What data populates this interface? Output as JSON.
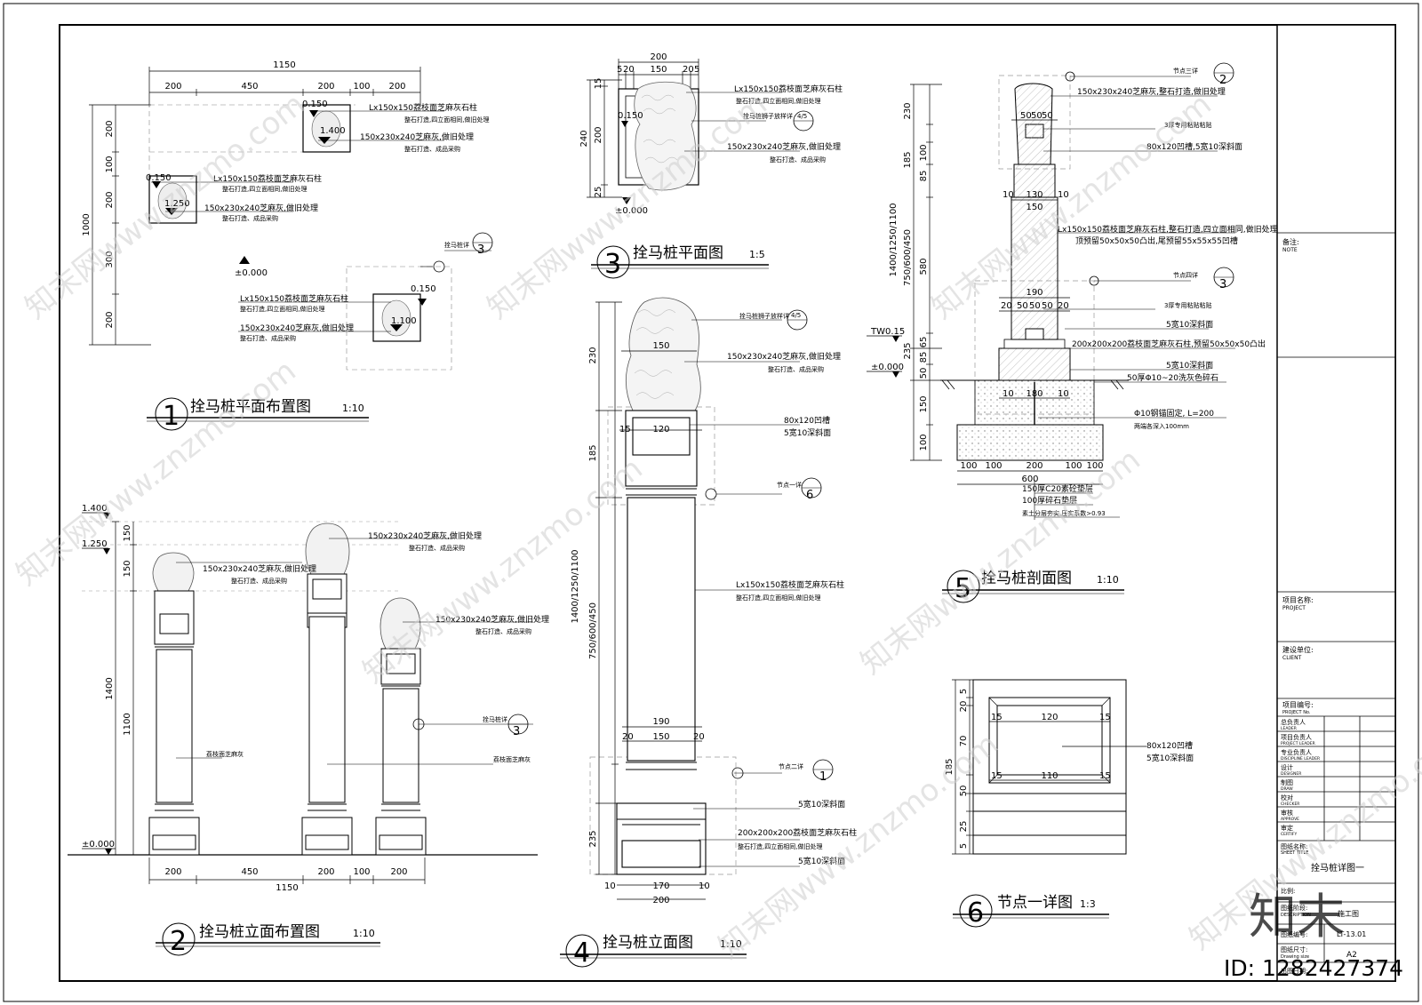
{
  "views": {
    "v1": {
      "number": "1",
      "title": "拴马桩平面布置图",
      "scale": "1:10",
      "dims_top": [
        "1150",
        "200",
        "450",
        "200",
        "100",
        "200"
      ],
      "dims_left": [
        "1000",
        "200",
        "100",
        "200",
        "300",
        "200"
      ],
      "elevations": [
        "0.150",
        "1.400",
        "0.150",
        "1.250",
        "±0.000",
        "0.150",
        "1.100"
      ],
      "notes_a": [
        "Lx150x150荔枝面芝麻灰石柱",
        "整石打造,四立面相同,做旧处理",
        "150x230x240芝麻灰,做旧处理",
        "整石打造、成品采购"
      ],
      "notes_b": [
        "Lx150x150荔枝面芝麻灰石柱",
        "整石打造,四立面相同,做旧处理",
        "150x230x240芝麻灰,做旧处理",
        "整石打造、成品采购"
      ],
      "notes_c": [
        "Lx150x150荔枝面芝麻灰石柱",
        "整石打造,四立面相同,做旧处理",
        "150x230x240芝麻灰,做旧处理",
        "整石打造、成品采购"
      ],
      "callout_label": "拴马桩详",
      "callout_num": "3"
    },
    "v2": {
      "number": "2",
      "title": "拴马桩立面布置图",
      "scale": "1:10",
      "levels": [
        "1.400",
        "1.250",
        "±0.000"
      ],
      "dims_left": [
        "150",
        "150",
        "1400",
        "1100"
      ],
      "dims_bottom": [
        "200",
        "450",
        "200",
        "100",
        "200",
        "1150"
      ],
      "notes_a": [
        "150x230x240芝麻灰,做旧处理",
        "整石打造、成品采购"
      ],
      "notes_b": [
        "150x230x240芝麻灰,做旧处理",
        "整石打造、成品采购"
      ],
      "notes_c": [
        "150x230x240芝麻灰,做旧处理",
        "整石打造、成品采购"
      ],
      "mat_1": "荔枝面芝麻灰",
      "mat_2": "荔枝面芝麻灰",
      "callout_label": "拴马桩详",
      "callout_num": "3"
    },
    "v3": {
      "number": "3",
      "title": "拴马桩平面图",
      "scale": "1:5",
      "dims_top": [
        "200",
        "5",
        "20",
        "150",
        "20",
        "5"
      ],
      "dims_left": [
        "240",
        "15",
        "200",
        "25"
      ],
      "elevation": "0.150",
      "ground": "±0.000",
      "notes": [
        "Lx150x150荔枝面芝麻灰石柱",
        "整石打造,四立面相同,做旧处理",
        "拴马桩狮子放样详",
        "150x230x240芝麻灰,做旧处理",
        "整石打造、成品采购"
      ],
      "callout": "4/5"
    },
    "v4": {
      "number": "4",
      "title": "拴马桩立面图",
      "scale": "1:10",
      "dims_left": [
        "230",
        "185",
        "1400/1250/1100",
        "750/600/450",
        "235"
      ],
      "dims_inner": [
        "150",
        "15",
        "120",
        "190",
        "20",
        "150",
        "20",
        "10",
        "170",
        "10",
        "200"
      ],
      "notes": [
        "拴马桩狮子放样详",
        "150x230x240芝麻灰,做旧处理",
        "整石打造、成品采购",
        "80x120凹槽",
        "5宽10深斜面",
        "节点一详",
        "Lx150x150荔枝面芝麻灰石柱",
        "整石打造,四立面相同,做旧处理",
        "节点二详",
        "5宽10深斜面",
        "200x200x200荔枝面芝麻灰石柱",
        "整石打造,四立面相同,做旧处理",
        "5宽10深斜面"
      ],
      "callout_a": "4/5",
      "callout_b": "6",
      "callout_c": "1"
    },
    "v5": {
      "number": "5",
      "title": "拴马桩剖面图",
      "scale": "1:10",
      "dims_left": [
        "230",
        "100",
        "185",
        "85",
        "1400/1250/1100",
        "750/600/450",
        "580",
        "65",
        "235",
        "85",
        "50",
        "150",
        "100"
      ],
      "dims_inner": [
        "50",
        "50",
        "50",
        "10",
        "130",
        "10",
        "150",
        "190",
        "20",
        "50",
        "50",
        "50",
        "20",
        "10",
        "180",
        "10",
        "100",
        "100",
        "200",
        "100",
        "100",
        "600"
      ],
      "levels": [
        "TW0.15",
        "±0.000"
      ],
      "notes": [
        "节点三详",
        "150x230x240芝麻灰,整石打造,做旧处理",
        "3厚专用粘贴粘贴",
        "80x120凹槽,5宽10深斜面",
        "Lx150x150荔枝面芝麻灰石柱,整石打造,四立面相同,做旧处理",
        "顶预留50x50x50凸出,尾预留55x55x55凹槽",
        "节点四详",
        "3厚专用粘贴粘贴",
        "5宽10深斜面",
        "200x200x200荔枝面芝麻灰石柱,预留50x50x50凸出",
        "5宽10深斜面",
        "50厚Φ10~20洗灰色碎石",
        "Φ10钢锚固定, L=200",
        "两端各深入100mm",
        "150厚C20素砼垫层",
        "100厚碎石垫层",
        "素土分层夯实,压实系数>0.93"
      ],
      "callout_a": "2",
      "callout_b": "3"
    },
    "v6": {
      "number": "6",
      "title": "节点一详图",
      "scale": "1:3",
      "dims_left": [
        "5",
        "20",
        "70",
        "185",
        "50",
        "25",
        "5"
      ],
      "dims_inner": [
        "15",
        "120",
        "15",
        "15",
        "110",
        "15"
      ],
      "notes": [
        "80x120凹槽",
        "5宽10深斜面"
      ]
    }
  },
  "title_block": {
    "remark_label": "备注:",
    "remark_en": "NOTE",
    "project_label": "项目名称:",
    "project_en": "PROJECT",
    "client_label": "建设单位:",
    "client_en": "CLIENT",
    "project_no_label": "项目编号:",
    "project_no_en": "PROJECT No.",
    "roles": [
      {
        "cn": "总负责人",
        "en": "LEADER"
      },
      {
        "cn": "项目负责人",
        "en": "PROJECT LEADER"
      },
      {
        "cn": "专业负责人",
        "en": "DISCIPLINE LEADER"
      },
      {
        "cn": "设计",
        "en": "DESIGNER"
      },
      {
        "cn": "制图",
        "en": "DRAW"
      },
      {
        "cn": "校对",
        "en": "CHECKER"
      },
      {
        "cn": "审核",
        "en": "APPROVE"
      },
      {
        "cn": "审定",
        "en": "CERTIFY"
      }
    ],
    "sheet_title_label": "图纸名称:",
    "sheet_title_en": "SHEET TITLE",
    "sheet_title": "拴马桩详图一",
    "scale_label": "比例:",
    "desc_label": "图纸阶段:",
    "desc_en": "DESCRIPTION",
    "desc_value": "施工图",
    "sheet_no_label": "图纸编号:",
    "sheet_no": "LT-13.01",
    "size_label": "图纸尺寸:",
    "size_en": "Drawing size",
    "size_value": "A2",
    "date_label": "出图日期:"
  },
  "watermark": {
    "text": "知末网www.znzmo.com",
    "logo": "知末",
    "id": "ID: 1282427374"
  }
}
